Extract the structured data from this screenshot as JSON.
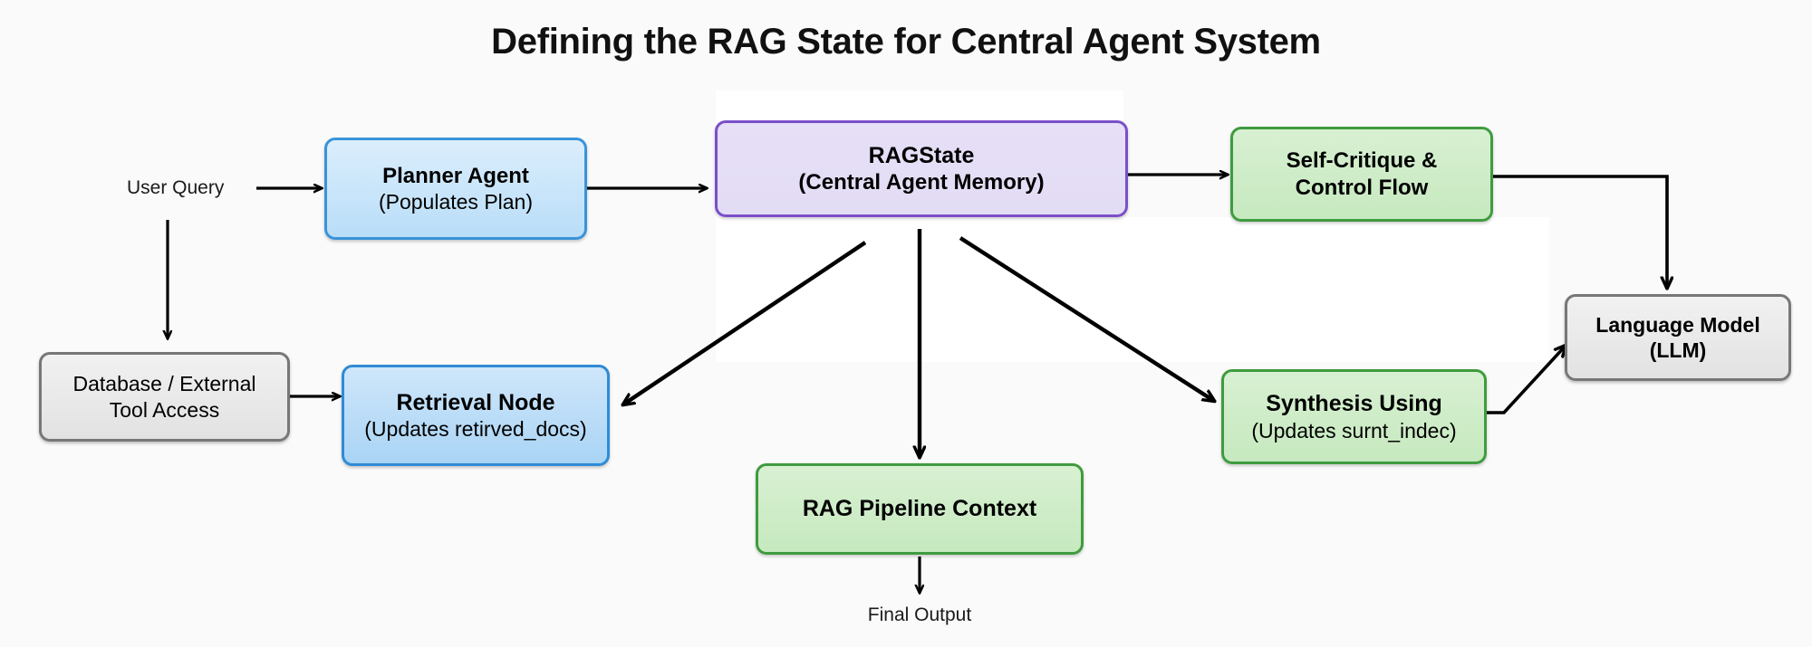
{
  "title": "Defining the RAG State for Central Agent System",
  "labels": {
    "user_query": "User Query",
    "final_output": "Final Output"
  },
  "nodes": {
    "planner": {
      "line1": "Planner Agent",
      "line2": "(Populates Plan)",
      "color": "#2e8bd6"
    },
    "ragstate": {
      "line1": "RAGState",
      "line2": "(Central Agent Memory)",
      "color": "#7b4fc9"
    },
    "self_critique": {
      "line1": "Self-Critique &",
      "line2": "Control Flow",
      "color": "#3f9b3f"
    },
    "llm": {
      "line1": "Language Model",
      "line2": "(LLM)",
      "color": "#777777"
    },
    "database": {
      "line1": "Database / External",
      "line2": "Tool Access",
      "color": "#777777"
    },
    "retrieval": {
      "line1": "Retrieval Node",
      "line2": "(Updates retirved_docs)",
      "color": "#3a93d8"
    },
    "synthesis": {
      "line1": "Synthesis Using",
      "line2": "(Updates surnt_indec)",
      "color": "#3f9b3f"
    },
    "pipeline": {
      "line1": "RAG Pipeline Context",
      "line2": "",
      "color": "#3f9b3f"
    }
  },
  "edges": [
    {
      "name": "user-query-to-planner",
      "from": "User Query",
      "to": "Planner Agent"
    },
    {
      "name": "user-query-to-database",
      "from": "User Query",
      "to": "Database / External Tool Access"
    },
    {
      "name": "planner-to-ragstate",
      "from": "Planner Agent",
      "to": "RAGState"
    },
    {
      "name": "ragstate-to-self-critique",
      "from": "RAGState",
      "to": "Self-Critique & Control Flow"
    },
    {
      "name": "ragstate-to-retrieval",
      "from": "RAGState",
      "to": "Retrieval Node"
    },
    {
      "name": "ragstate-to-pipeline",
      "from": "RAGState",
      "to": "RAG Pipeline Context"
    },
    {
      "name": "ragstate-to-synthesis",
      "from": "RAGState",
      "to": "Synthesis Using"
    },
    {
      "name": "database-to-retrieval",
      "from": "Database / External Tool Access",
      "to": "Retrieval Node"
    },
    {
      "name": "self-critique-to-llm",
      "from": "Self-Critique & Control Flow",
      "to": "Language Model (LLM)"
    },
    {
      "name": "synthesis-to-llm",
      "from": "Synthesis Using",
      "to": "Language Model (LLM)"
    },
    {
      "name": "pipeline-to-final-output",
      "from": "RAG Pipeline Context",
      "to": "Final Output"
    }
  ],
  "style": {
    "background": "#fafafa",
    "edge_color": "#000000"
  }
}
